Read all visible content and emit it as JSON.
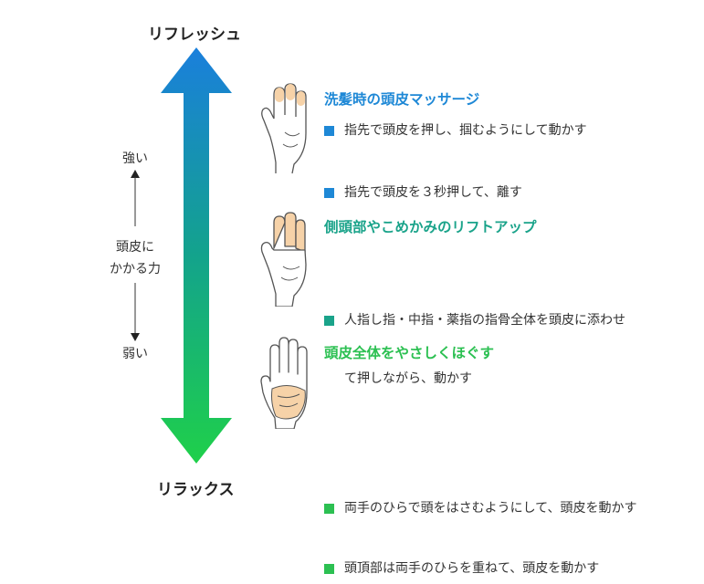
{
  "top_label": "リフレッシュ",
  "bottom_label": "リラックス",
  "side": {
    "strong": "強い",
    "middle_line1": "頭皮に",
    "middle_line2": "かかる力",
    "weak": "弱い"
  },
  "colors": {
    "blue": "#1e88d6",
    "teal": "#1aa38a",
    "green": "#2cc052",
    "skin": "#f6d2a8",
    "outline": "#555555"
  },
  "sections": [
    {
      "title": "洗髪時の頭皮マッサージ",
      "items": [
        "指先で頭皮を押し、掴むようにして動かす",
        "指先で頭皮を３秒押して、離す"
      ]
    },
    {
      "title": "側頭部やこめかみのリフトアップ",
      "items": [
        "人指し指・中指・薬指の指骨全体を頭皮に添わせ",
        "て押しながら、動かす"
      ]
    },
    {
      "title": "頭皮全体をやさしくほぐす",
      "items": [
        "両手のひらで頭をはさむようにして、頭皮を動かす",
        "頭頂部は両手のひらを重ねて、頭皮を動かす"
      ]
    }
  ]
}
